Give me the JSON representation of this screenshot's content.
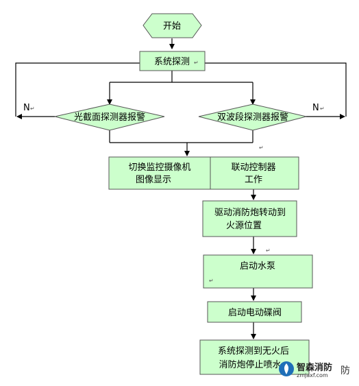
{
  "nodes": {
    "start": "开始",
    "detect": "系统探测",
    "detector_left": "光截面探测器报警",
    "detector_right": "双波段探测器报警",
    "camera_line1": "切换监控摄像机",
    "camera_line2": "图像显示",
    "controller_line1": "联动控制器",
    "controller_line2": "工作",
    "cannon_line1": "驱动消防炮转动到",
    "cannon_line2": "火源位置",
    "pump": "启动水泵",
    "valve": "启动电动碟阀",
    "stop_line1": "系统探测到无火后",
    "stop_line2": "消防炮停止喷水"
  },
  "branches": {
    "left_no": "N",
    "right_no": "N"
  },
  "watermark": {
    "name": "智森消防",
    "url": "zmjaxf.com",
    "trailing": "防"
  },
  "colors": {
    "box_fill": "#ccffcc",
    "box_stroke": "#555555",
    "line": "#000000"
  }
}
